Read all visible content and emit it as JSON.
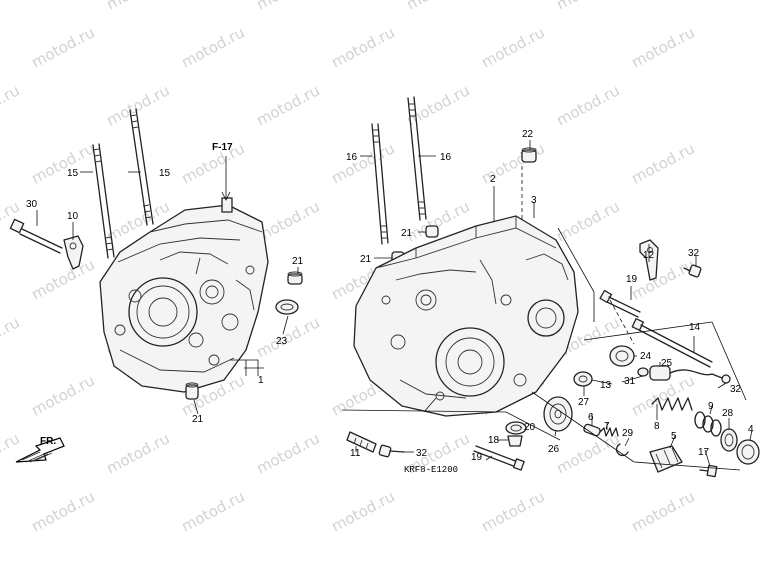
{
  "watermark": "motod.ru",
  "diagram_code": "KRF8-E1200",
  "front_label": "FR.",
  "reference_label": "F-17",
  "callouts": [
    "1",
    "2",
    "3",
    "4",
    "5",
    "6",
    "7",
    "8",
    "9",
    "10",
    "11",
    "12",
    "13",
    "14",
    "15",
    "15",
    "16",
    "16",
    "17",
    "18",
    "19",
    "19",
    "20",
    "21",
    "21",
    "21",
    "21",
    "22",
    "23",
    "24",
    "25",
    "26",
    "27",
    "28",
    "29",
    "30",
    "31",
    "32",
    "32",
    "32"
  ]
}
